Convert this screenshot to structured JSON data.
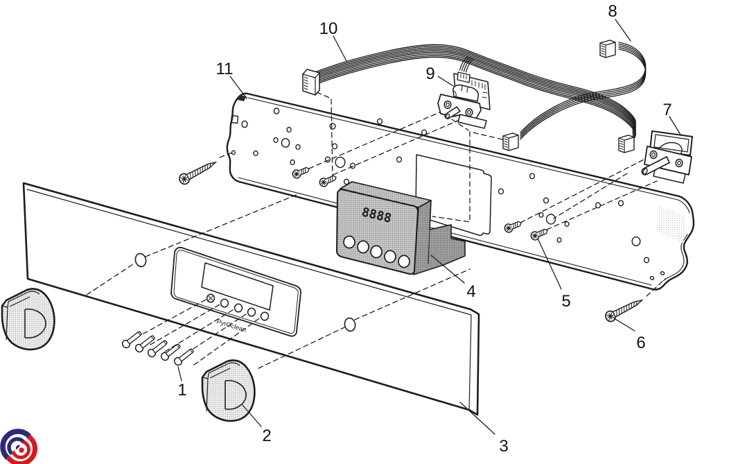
{
  "diagram": {
    "background": "#ffffff",
    "ink": "#1c1c1c",
    "labels": {
      "part1": "1",
      "part2": "2",
      "part3": "3",
      "part4": "4",
      "part5": "5",
      "part6": "6",
      "part7": "7",
      "part8": "8",
      "part9": "9",
      "part10": "10",
      "part11": "11"
    },
    "timer_module": {
      "display": "8888"
    },
    "fascia": {
      "brand": "PyrOclean"
    },
    "logo": {
      "navy": "#2b2a7c",
      "red": "#d31b1f",
      "white": "#ffffff"
    }
  }
}
